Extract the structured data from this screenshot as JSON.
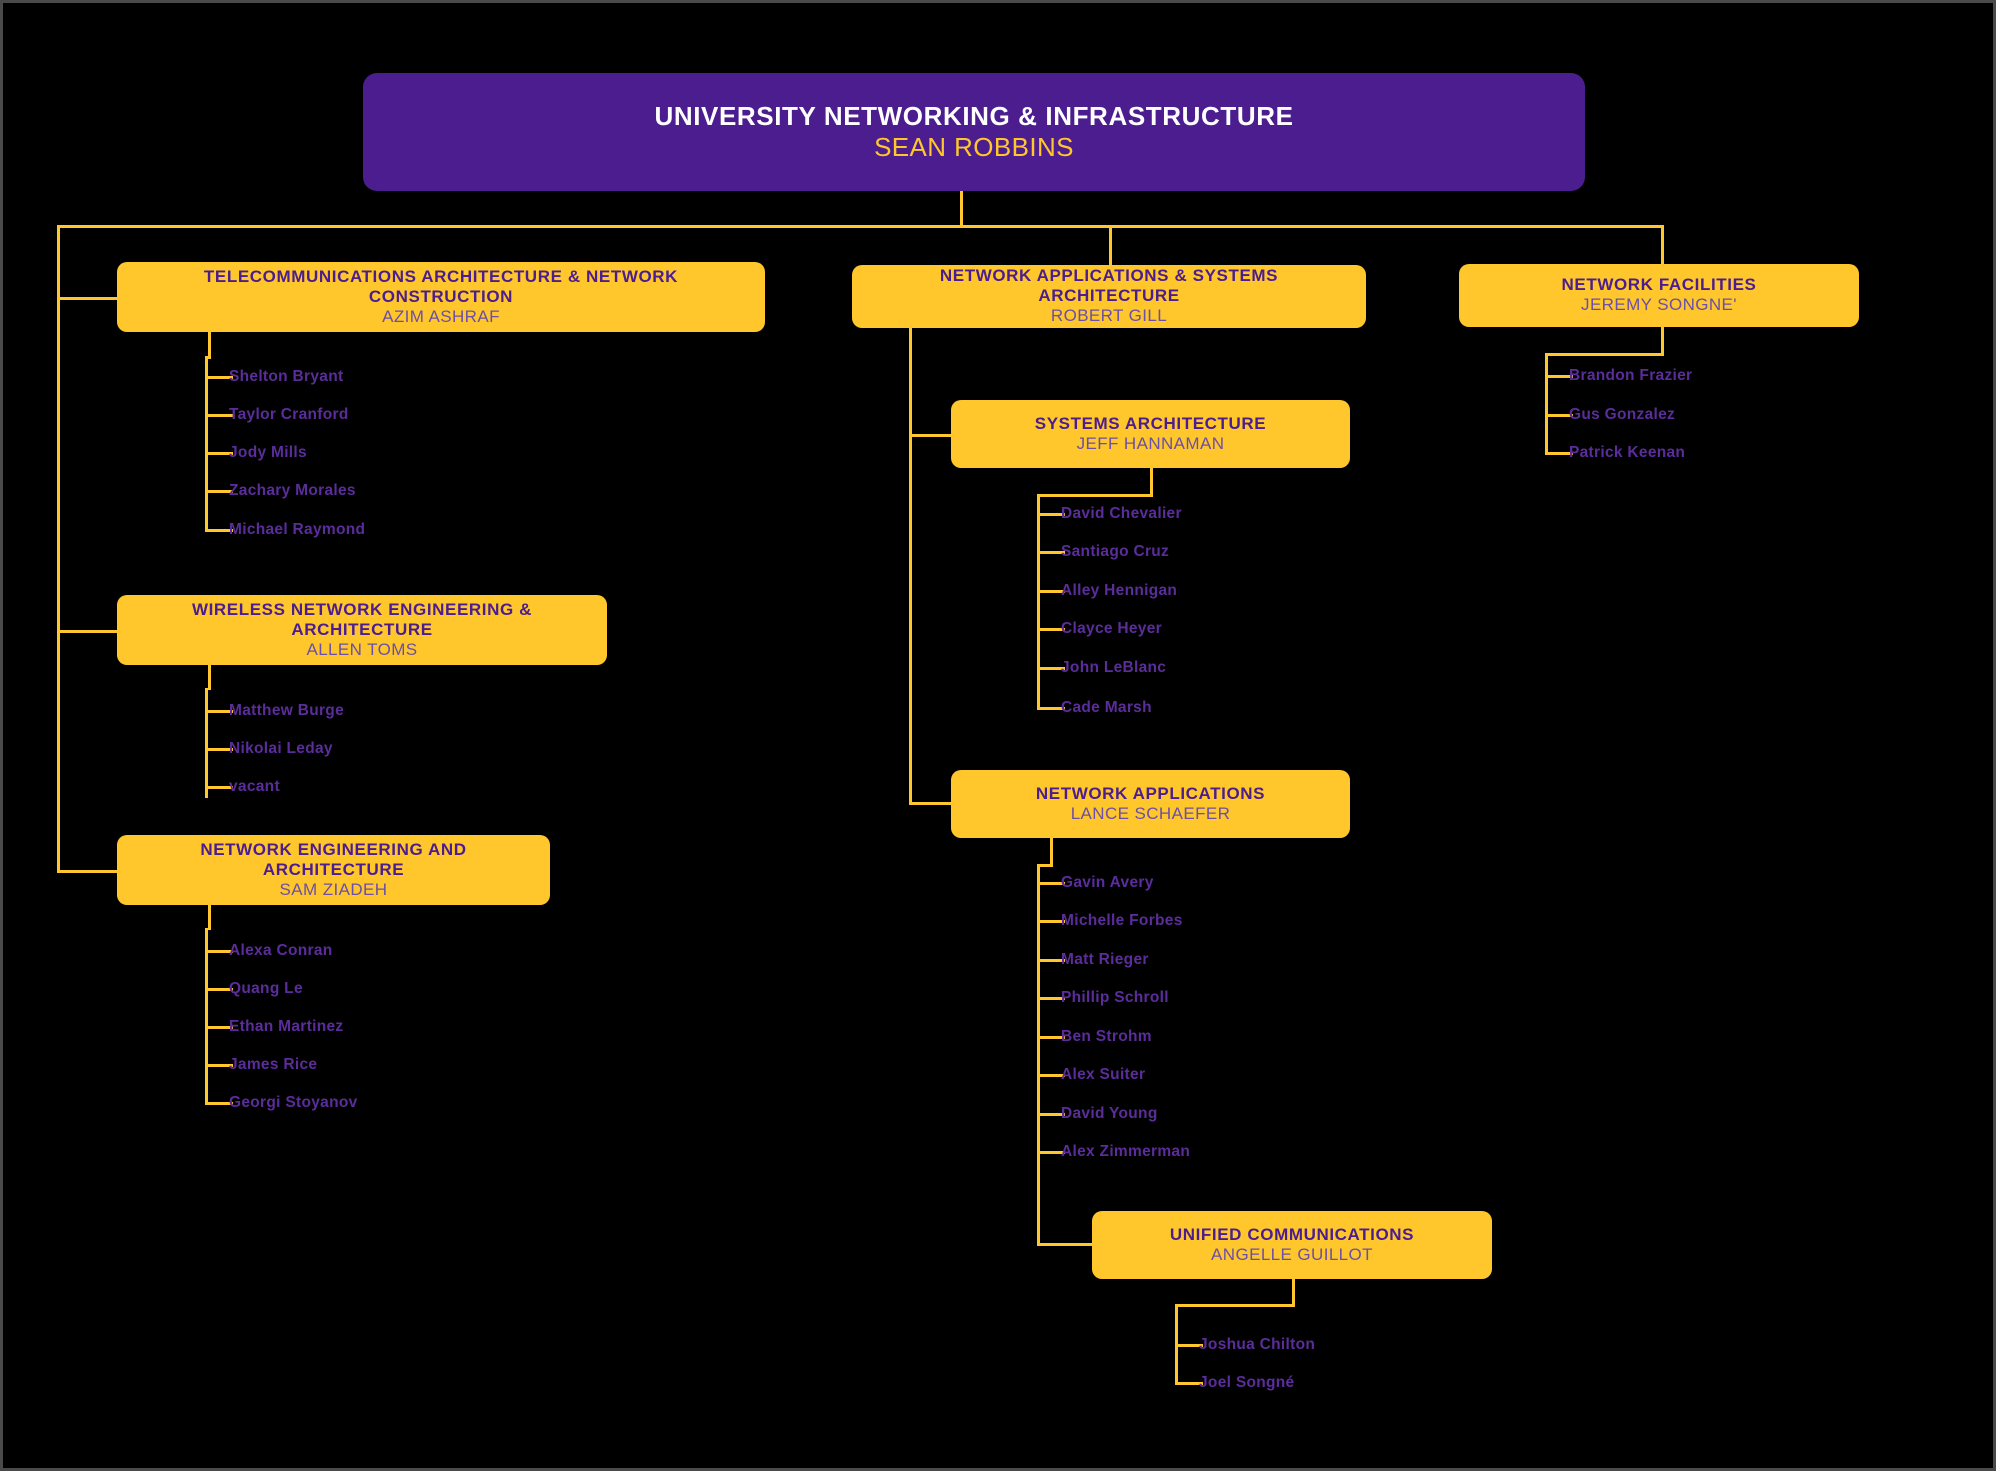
{
  "theme": {
    "background": "#000000",
    "accent_yellow": "#FFC72C",
    "accent_purple": "#4B1D8F",
    "staff_text": "#5B2D9B",
    "person_text": "#6B4FA8",
    "root_title_text": "#FFFFFF",
    "border": "#4a4a4a"
  },
  "root": {
    "title": "UNIVERSITY NETWORKING & INFRASTRUCTURE",
    "person": "SEAN ROBBINS"
  },
  "departments": {
    "telecom": {
      "title": "TELECOMMUNICATIONS ARCHITECTURE & NETWORK CONSTRUCTION",
      "person": "AZIM ASHRAF",
      "staff": [
        "Shelton Bryant",
        "Taylor Cranford",
        "Jody Mills",
        "Zachary Morales",
        "Michael Raymond"
      ]
    },
    "wireless": {
      "title": "WIRELESS NETWORK ENGINEERING & ARCHITECTURE",
      "person": "ALLEN TOMS",
      "staff": [
        "Matthew Burge",
        "Nikolai Leday",
        "vacant"
      ]
    },
    "netengarch": {
      "title": "NETWORK ENGINEERING AND ARCHITECTURE",
      "person": "SAM ZIADEH",
      "staff": [
        "Alexa Conran",
        "Quang Le",
        "Ethan Martinez",
        "James Rice",
        "Georgi Stoyanov"
      ]
    },
    "netapps_systems": {
      "title": "NETWORK APPLICATIONS & SYSTEMS ARCHITECTURE",
      "person": "ROBERT GILL",
      "staff": []
    },
    "systems_arch": {
      "title": "SYSTEMS ARCHITECTURE",
      "person": "JEFF HANNAMAN",
      "staff": [
        "David Chevalier",
        "Santiago Cruz",
        "Alley Hennigan",
        "Clayce Heyer",
        "John LeBlanc",
        "Cade Marsh"
      ]
    },
    "network_apps": {
      "title": "NETWORK APPLICATIONS",
      "person": "LANCE SCHAEFER",
      "staff": [
        "Gavin Avery",
        "Michelle Forbes",
        "Matt Rieger",
        "Phillip Schroll",
        "Ben Strohm",
        "Alex Suiter",
        "David Young",
        "Alex Zimmerman"
      ]
    },
    "unified_comms": {
      "title": "UNIFIED COMMUNICATIONS",
      "person": "ANGELLE GUILLOT",
      "staff": [
        "Joshua Chilton",
        "Joel Songné"
      ]
    },
    "net_facilities": {
      "title": "NETWORK FACILITIES",
      "person": "JEREMY SONGNE'",
      "staff": [
        "Brandon Frazier",
        "Gus Gonzalez",
        "Patrick Keenan"
      ]
    }
  }
}
